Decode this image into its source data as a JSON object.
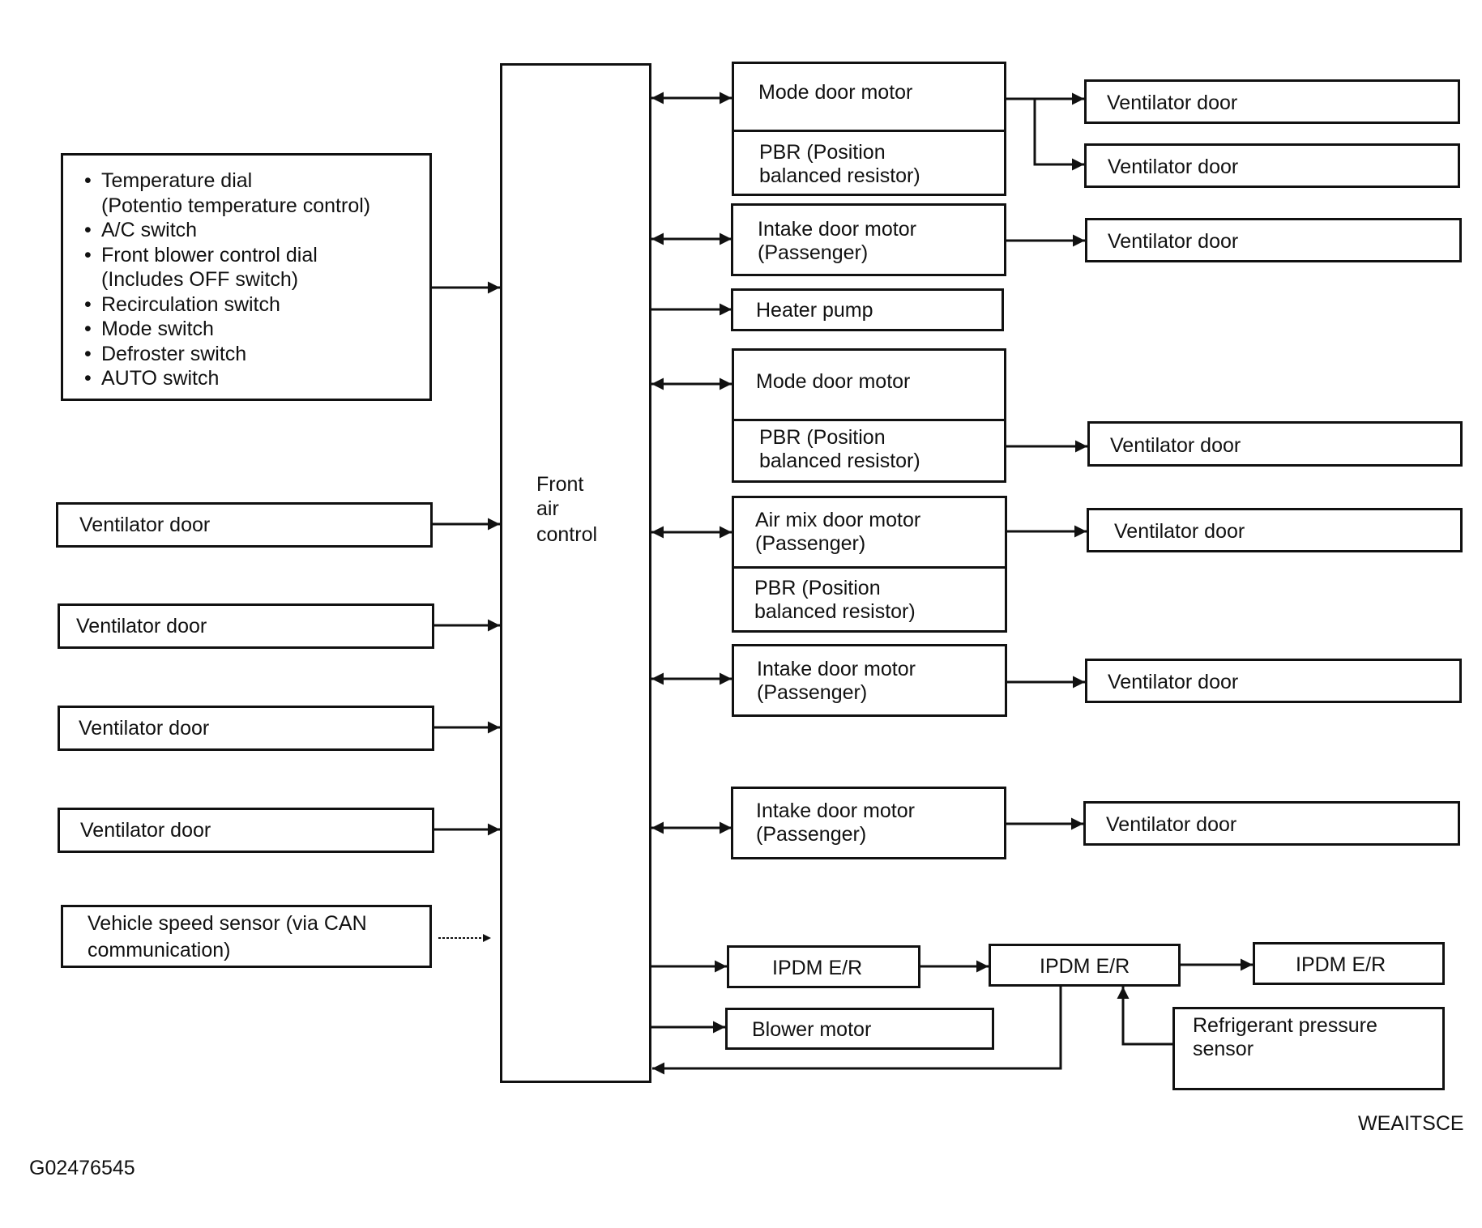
{
  "controller": {
    "label_lines": [
      "Front",
      "air",
      "control"
    ]
  },
  "inputs": {
    "panel_items": [
      {
        "text": "Temperature dial",
        "bullet": true
      },
      {
        "text": "(Potentio temperature control)",
        "bullet": false
      },
      {
        "text": "A/C switch",
        "bullet": true
      },
      {
        "text": "Front blower control dial",
        "bullet": true
      },
      {
        "text": "(Includes OFF switch)",
        "bullet": false
      },
      {
        "text": "Recirculation switch",
        "bullet": true
      },
      {
        "text": "Mode switch",
        "bullet": true
      },
      {
        "text": "Defroster switch",
        "bullet": true
      },
      {
        "text": "AUTO switch",
        "bullet": true
      }
    ],
    "left_doors": [
      "Ventilator door",
      "Ventilator door",
      "Ventilator door",
      "Ventilator door"
    ],
    "speed_sensor": [
      "Vehicle speed sensor (via CAN",
      "communication)"
    ]
  },
  "outputs": {
    "mode_motor_1": {
      "motor": "Mode door motor",
      "pbr": [
        "PBR (Position",
        "balanced resistor)"
      ]
    },
    "intake_motor_1": [
      "Intake door motor",
      "(Passenger)"
    ],
    "heater_pump": "Heater pump",
    "mode_motor_2": {
      "motor": "Mode door motor",
      "pbr": [
        "PBR (Position",
        "balanced resistor)"
      ]
    },
    "air_mix_motor": {
      "motor": [
        "Air mix door motor",
        "(Passenger)"
      ],
      "pbr": [
        "PBR (Position",
        "balanced resistor)"
      ]
    },
    "intake_motor_2": [
      "Intake door motor",
      "(Passenger)"
    ],
    "intake_motor_3": [
      "Intake door motor",
      "(Passenger)"
    ],
    "right_doors": [
      "Ventilator door",
      "Ventilator door",
      "Ventilator door",
      "Ventilator door",
      "Ventilator door",
      "Ventilator door",
      "Ventilator door"
    ],
    "ipdm": [
      "IPDM E/R",
      "IPDM E/R",
      "IPDM E/R"
    ],
    "blower_motor": "Blower motor",
    "refrigerant_sensor": [
      "Refrigerant pressure",
      "sensor"
    ]
  },
  "codes": {
    "diagram_code": "WEAITSCE",
    "figure_id": "G02476545"
  }
}
